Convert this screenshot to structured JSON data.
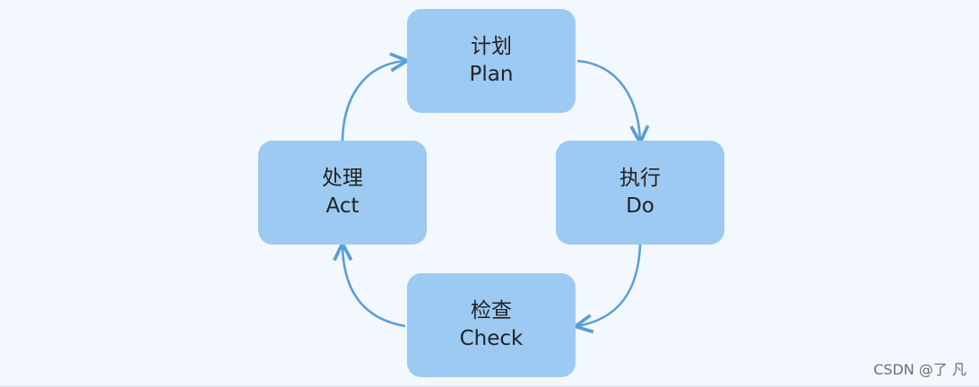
{
  "nodes": {
    "plan": {
      "zh": "计划",
      "en": "Plan"
    },
    "do": {
      "zh": "执行",
      "en": "Do"
    },
    "check": {
      "zh": "检查",
      "en": "Check"
    },
    "act": {
      "zh": "处理",
      "en": "Act"
    }
  },
  "edges": [
    {
      "from": "plan",
      "to": "do"
    },
    {
      "from": "do",
      "to": "check"
    },
    {
      "from": "check",
      "to": "act"
    },
    {
      "from": "act",
      "to": "plan"
    }
  ],
  "colors": {
    "node_fill": "#9ccaf2",
    "arrow": "#5a9fd6",
    "background": "#f3f8fe"
  },
  "watermark": "CSDN @了 凡"
}
